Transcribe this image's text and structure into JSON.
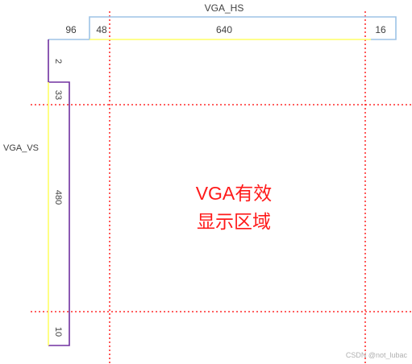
{
  "hs": {
    "title": "VGA_HS",
    "sync": "96",
    "back_porch": "48",
    "active": "640",
    "front_porch": "16"
  },
  "vs": {
    "title": "VGA_VS",
    "sync": "2",
    "back_porch": "33",
    "active": "480",
    "front_porch": "10"
  },
  "display_area": {
    "line1": "VGA有效",
    "line2": "显示区域"
  },
  "watermark": "CSDN @not_lubac",
  "colors": {
    "hs_line": "#9dc3e6",
    "vs_line": "#7030a0",
    "porch_line": "#ffff66",
    "guide_line": "#ff0000",
    "display_text": "#ff1a1a"
  }
}
